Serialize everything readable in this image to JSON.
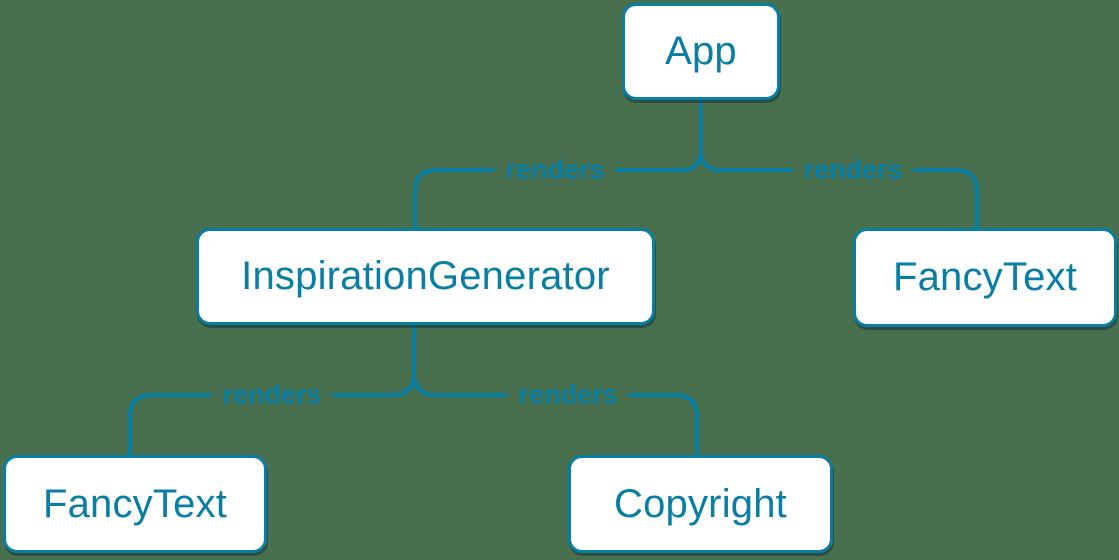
{
  "diagram": {
    "type": "component-render-tree",
    "colors": {
      "background": "#48704F",
      "accent": "#087ea4",
      "node_fill": "#ffffff"
    },
    "nodes": [
      {
        "id": "app",
        "label": "App"
      },
      {
        "id": "inspiration-generator",
        "label": "InspirationGenerator"
      },
      {
        "id": "fancy-text-top",
        "label": "FancyText"
      },
      {
        "id": "fancy-text-bottom",
        "label": "FancyText"
      },
      {
        "id": "copyright",
        "label": "Copyright"
      }
    ],
    "edges": [
      {
        "from": "App",
        "to": "InspirationGenerator",
        "label": "renders"
      },
      {
        "from": "App",
        "to": "FancyText",
        "label": "renders"
      },
      {
        "from": "InspirationGenerator",
        "to": "FancyText",
        "label": "renders"
      },
      {
        "from": "InspirationGenerator",
        "to": "Copyright",
        "label": "renders"
      }
    ]
  }
}
